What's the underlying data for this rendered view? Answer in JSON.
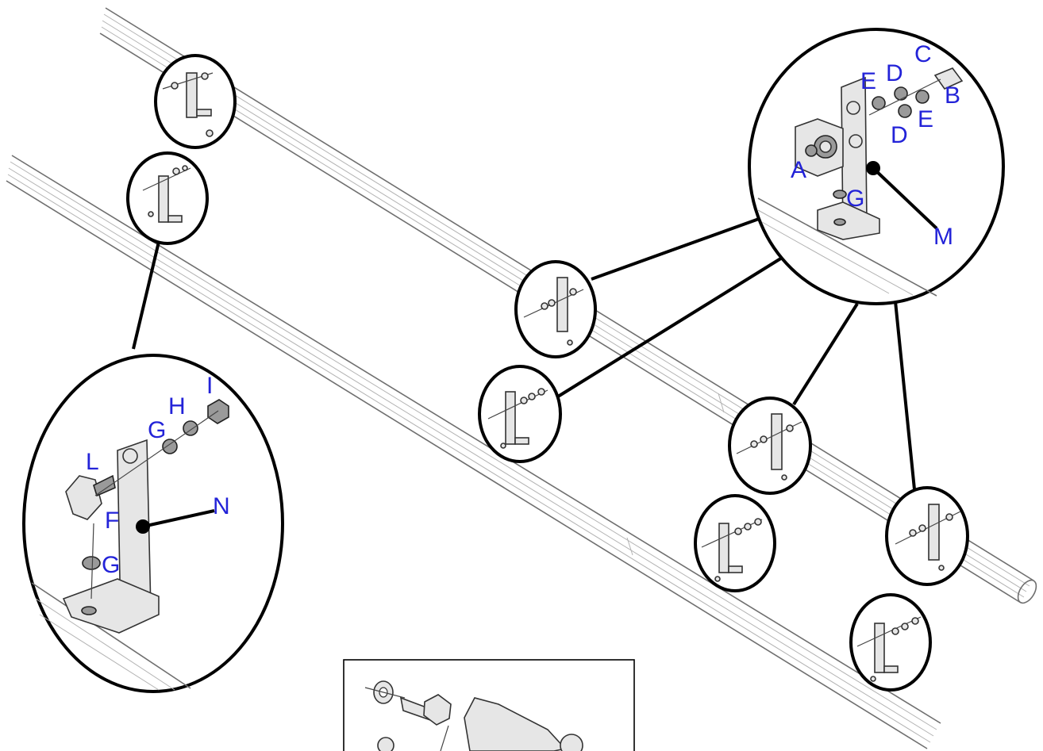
{
  "colors": {
    "label": "#2323d8",
    "outline": "#000000",
    "rail": "#6f6f6f",
    "bracket_fill": "#e6e6e6"
  },
  "labels": {
    "detail_right": {
      "A": "A",
      "B": "B",
      "C": "C",
      "D_top": "D",
      "D_bottom": "D",
      "E_top": "E",
      "E_bottom": "E",
      "G": "G",
      "M": "M"
    },
    "detail_left": {
      "L": "L",
      "F": "F",
      "G_top": "G",
      "G_bottom": "G",
      "H": "H",
      "I": "I",
      "N": "N"
    }
  }
}
